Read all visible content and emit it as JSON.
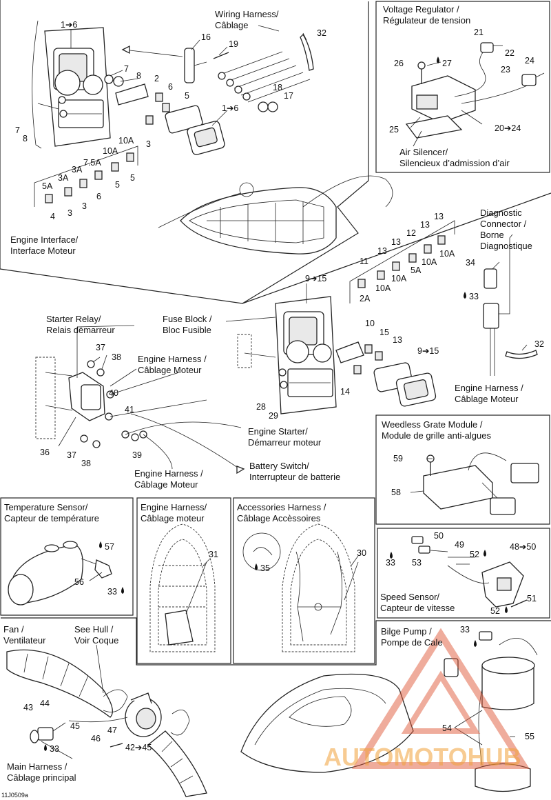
{
  "labels": {
    "wiring_harness": [
      "Wiring Harness/",
      "Câblage"
    ],
    "voltage_regulator": [
      "Voltage Regulator /",
      "Régulateur de tension"
    ],
    "air_silencer": [
      "Air Silencer/",
      "Silencieux d’admission d’air"
    ],
    "engine_interface": [
      "Engine Interface/",
      "Interface Moteur"
    ],
    "diagnostic_connector": [
      "Diagnostic",
      "Connector /",
      "Borne",
      "Diagnostique"
    ],
    "starter_relay": [
      "Starter Relay/",
      "Relais démarreur"
    ],
    "fuse_block": [
      "Fuse Block /",
      "Bloc Fusible"
    ],
    "engine_harness_top": [
      "Engine Harness /",
      "Câblage Moteur"
    ],
    "engine_starter": [
      "Engine Starter/",
      "Démarreur moteur"
    ],
    "battery_switch": [
      "Battery Switch/",
      "Interrupteur de batterie"
    ],
    "engine_harness_bottom": [
      "Engine Harness /",
      "Câblage Moteur"
    ],
    "engine_harness_right": [
      "Engine Harness /",
      "Câblage Moteur"
    ],
    "weedless_grate": [
      "Weedless Grate Module /",
      "Module de grille anti-algues"
    ],
    "temperature_sensor": [
      "Temperature Sensor/",
      "Capteur de température"
    ],
    "engine_harness_box": [
      "Engine Harness/",
      "Câblage moteur"
    ],
    "accessories_harness": [
      "Accessories Harness /",
      "Câblage Accèssoires"
    ],
    "speed_sensor": [
      "Speed Sensor/",
      "Capteur de vitesse"
    ],
    "fan": [
      "Fan /",
      "Ventilateur"
    ],
    "see_hull": [
      "See Hull /",
      "Voir Coque"
    ],
    "bilge_pump": [
      "Bilge Pump /",
      "Pompe de Cale"
    ],
    "main_harness": [
      "Main Harness /",
      "Câblage principal"
    ],
    "figure_code": "11J0509a"
  },
  "callouts": {
    "c1_6a": "1➔6",
    "c16": "16",
    "c19": "19",
    "c32a": "32",
    "c7a": "7",
    "c8a": "8",
    "c2": "2",
    "c6a": "6",
    "c5a": "5",
    "c18": "18",
    "c17": "17",
    "c1_6b": "1➔6",
    "c7b": "7",
    "c8b": "8",
    "c3a": "3",
    "f10a1": "10A",
    "f10a2": "10A",
    "f7_5a": "7.5A",
    "f3a": "3A",
    "f3a2": "3A",
    "f5a": "5A",
    "c5b": "5",
    "c5c": "5",
    "c6b": "6",
    "c3b": "3",
    "c3c": "3",
    "c4": "4",
    "c21": "21",
    "c22": "22",
    "c24": "24",
    "c26": "26",
    "c27": "27",
    "c23": "23",
    "c25": "25",
    "c20_24": "20➔24",
    "c9_15a": "9➔15",
    "c11": "11",
    "f2a": "2A",
    "c13a": "13",
    "f10a3": "10A",
    "c13b": "13",
    "f10a4": "10A",
    "c12": "12",
    "f5a2": "5A",
    "c13c": "13",
    "f10a5": "10A",
    "c13d": "13",
    "f10a6": "10A",
    "c34": "34",
    "c33a": "33",
    "c32b": "32",
    "c37a": "37",
    "c38a": "38",
    "c10": "10",
    "c15": "15",
    "c13e": "13",
    "c9_15b": "9➔15",
    "c40": "40",
    "c41": "41",
    "c14": "14",
    "c28": "28",
    "c29": "29",
    "c36": "36",
    "c37b": "37",
    "c38b": "38",
    "c39": "39",
    "c59": "59",
    "c58": "58",
    "c57": "57",
    "c56": "56",
    "c33b": "33",
    "c31": "31",
    "c30": "30",
    "c35": "35",
    "c50": "50",
    "c49": "49",
    "c48_50": "48➔50",
    "c33c": "33",
    "c53": "53",
    "c52a": "52",
    "c51": "51",
    "c52b": "52",
    "c43": "43",
    "c44": "44",
    "c45": "45",
    "c47": "47",
    "c46": "46",
    "c42_45": "42➔45",
    "c33d": "33",
    "c33e": "33",
    "c54": "54",
    "c55": "55"
  },
  "watermark": {
    "text": "AUTOMOTOHUB",
    "color": "#f2a23a",
    "triangle_color": "#e05a3a"
  }
}
